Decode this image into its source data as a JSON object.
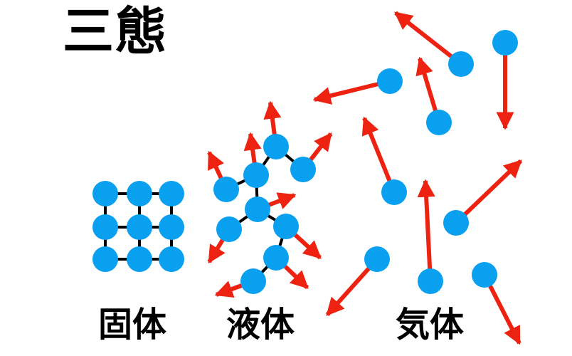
{
  "title": "三態",
  "labels": {
    "solid": "固体",
    "liquid": "液体",
    "gas": "気体"
  },
  "colors": {
    "particle": "#0aa0f0",
    "arrow": "#ee2211",
    "bond": "#000000",
    "background": "#ffffff"
  }
}
